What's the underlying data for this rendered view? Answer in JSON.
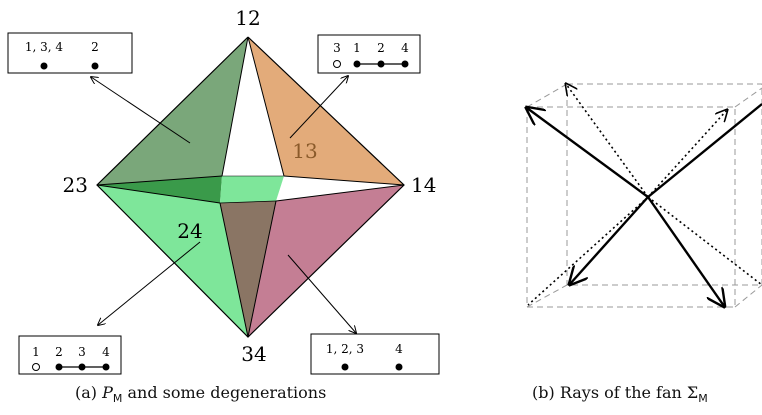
{
  "panel_a": {
    "vertex_labels": {
      "top": "12",
      "left": "23",
      "right": "14",
      "bottom": "34",
      "front_left": "24",
      "back_right": "13"
    },
    "insets": [
      {
        "id": "top-left",
        "top_text": "1, 3, 4",
        "top_text2": "2"
      },
      {
        "id": "top-right",
        "labels": [
          "3",
          "1",
          "2",
          "4"
        ]
      },
      {
        "id": "bottom-left",
        "labels": [
          "1",
          "2",
          "3",
          "4"
        ]
      },
      {
        "id": "bottom-right",
        "top_text": "1, 2, 3",
        "top_text2": "4"
      }
    ],
    "caption_prefix": "(a)",
    "caption_symbol": "P",
    "caption_subscript": "M",
    "caption_suffix": "and some degenerations"
  },
  "panel_b": {
    "caption_prefix": "(b)",
    "caption_text": "Rays of the fan",
    "caption_symbol": "Σ",
    "caption_subscript": "M"
  },
  "colors": {
    "green_dark": "#7aa77a",
    "green_mid": "#3a9a4a",
    "green_light": "#7ee69a",
    "orange": "#e3ab7a",
    "pink": "#c47e94",
    "brown": "#8a7564",
    "label_13": "#8a5a2a"
  }
}
